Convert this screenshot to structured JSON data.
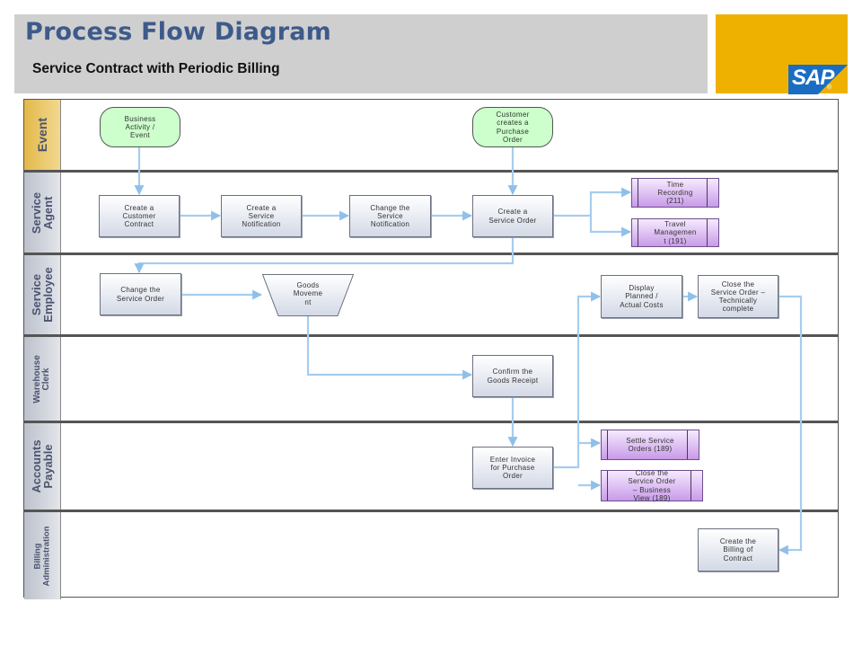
{
  "header": {
    "title": "Process Flow Diagram",
    "subtitle": "Service Contract with Periodic Billing",
    "brand": "SAP",
    "brand_mark": "®"
  },
  "colors": {
    "header_bg": "#cfcfcf",
    "title": "#3d5a8a",
    "logo_bg": "#efb100",
    "sap_blue": "#1a6dc2",
    "connector": "#a5cdf0",
    "event_fill": "#ccffcc",
    "subprocess_fill": "#c89be8"
  },
  "lanes": [
    {
      "label": "Event"
    },
    {
      "label": "Service\nAgent"
    },
    {
      "label": "Service\nEmployee"
    },
    {
      "label": "Warehouse\nClerk"
    },
    {
      "label": "Accounts\nPayable"
    },
    {
      "label": "Billing\nAdministration"
    }
  ],
  "nodes": {
    "business_event": "Business\nActivity /\nEvent",
    "customer_po": "Customer\ncreates a\nPurchase\nOrder",
    "create_contract": "Create a\nCustomer\nContract",
    "create_notification": "Create a\nService\nNotification",
    "change_notification": "Change the\nService\nNotification",
    "create_service_order": "Create a\nService Order",
    "time_recording": "Time\nRecording\n(211)",
    "travel_management": "Travel\nManagemen\nt (191)",
    "change_service_order": "Change the\nService Order",
    "goods_movement": "Goods\nMoveme\nnt",
    "display_costs": "Display\nPlanned /\nActual Costs",
    "close_technically": "Close the\nService Order –\nTechnically\ncomplete",
    "confirm_goods_receipt": "Confirm the\nGoods Receipt",
    "enter_invoice": "Enter Invoice\nfor Purchase\nOrder",
    "settle_orders": "Settle Service\nOrders (189)",
    "close_business": "Close the\nService Order\n– Business\nView (189)",
    "create_billing": "Create the\nBilling of\nContract"
  }
}
